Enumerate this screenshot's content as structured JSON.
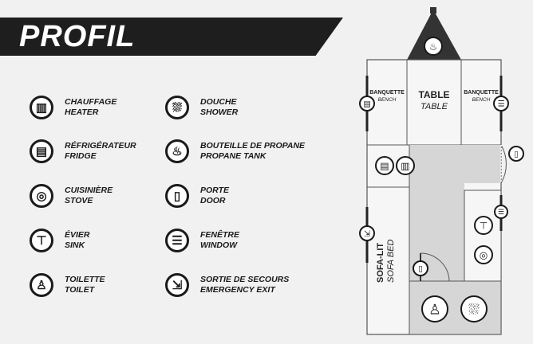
{
  "title": "PROFIL",
  "legend": [
    {
      "fr": "CHAUFFAGE",
      "en": "HEATER",
      "icon": "heater-icon",
      "glyph": "▥"
    },
    {
      "fr": "RÉFRIGÉRATEUR",
      "en": "FRIDGE",
      "icon": "fridge-icon",
      "glyph": "▤"
    },
    {
      "fr": "CUISINIÈRE",
      "en": "STOVE",
      "icon": "stove-icon",
      "glyph": "◎"
    },
    {
      "fr": "ÉVIER",
      "en": "SINK",
      "icon": "sink-icon",
      "glyph": "⊤"
    },
    {
      "fr": "TOILETTE",
      "en": "TOILET",
      "icon": "toilet-icon",
      "glyph": "♙"
    },
    {
      "fr": "DOUCHE",
      "en": "SHOWER",
      "icon": "shower-icon",
      "glyph": "⛆"
    },
    {
      "fr": "BOUTEILLE DE PROPANE",
      "en": "PROPANE TANK",
      "icon": "propane-tank-icon",
      "glyph": "♨"
    },
    {
      "fr": "PORTE",
      "en": "DOOR",
      "icon": "door-icon",
      "glyph": "▯"
    },
    {
      "fr": "FENÊTRE",
      "en": "WINDOW",
      "icon": "window-icon",
      "glyph": "☰"
    },
    {
      "fr": "SORTIE DE SECOURS",
      "en": "EMERGENCY EXIT",
      "icon": "emergency-exit-icon",
      "glyph": "⇲"
    }
  ],
  "plan": {
    "bench_fr": "BANQUETTE",
    "bench_en": "BENCH",
    "table_fr": "TABLE",
    "table_en": "TABLE",
    "sofa_fr": "SOFA-LIT",
    "sofa_en": "SOFA BED"
  }
}
